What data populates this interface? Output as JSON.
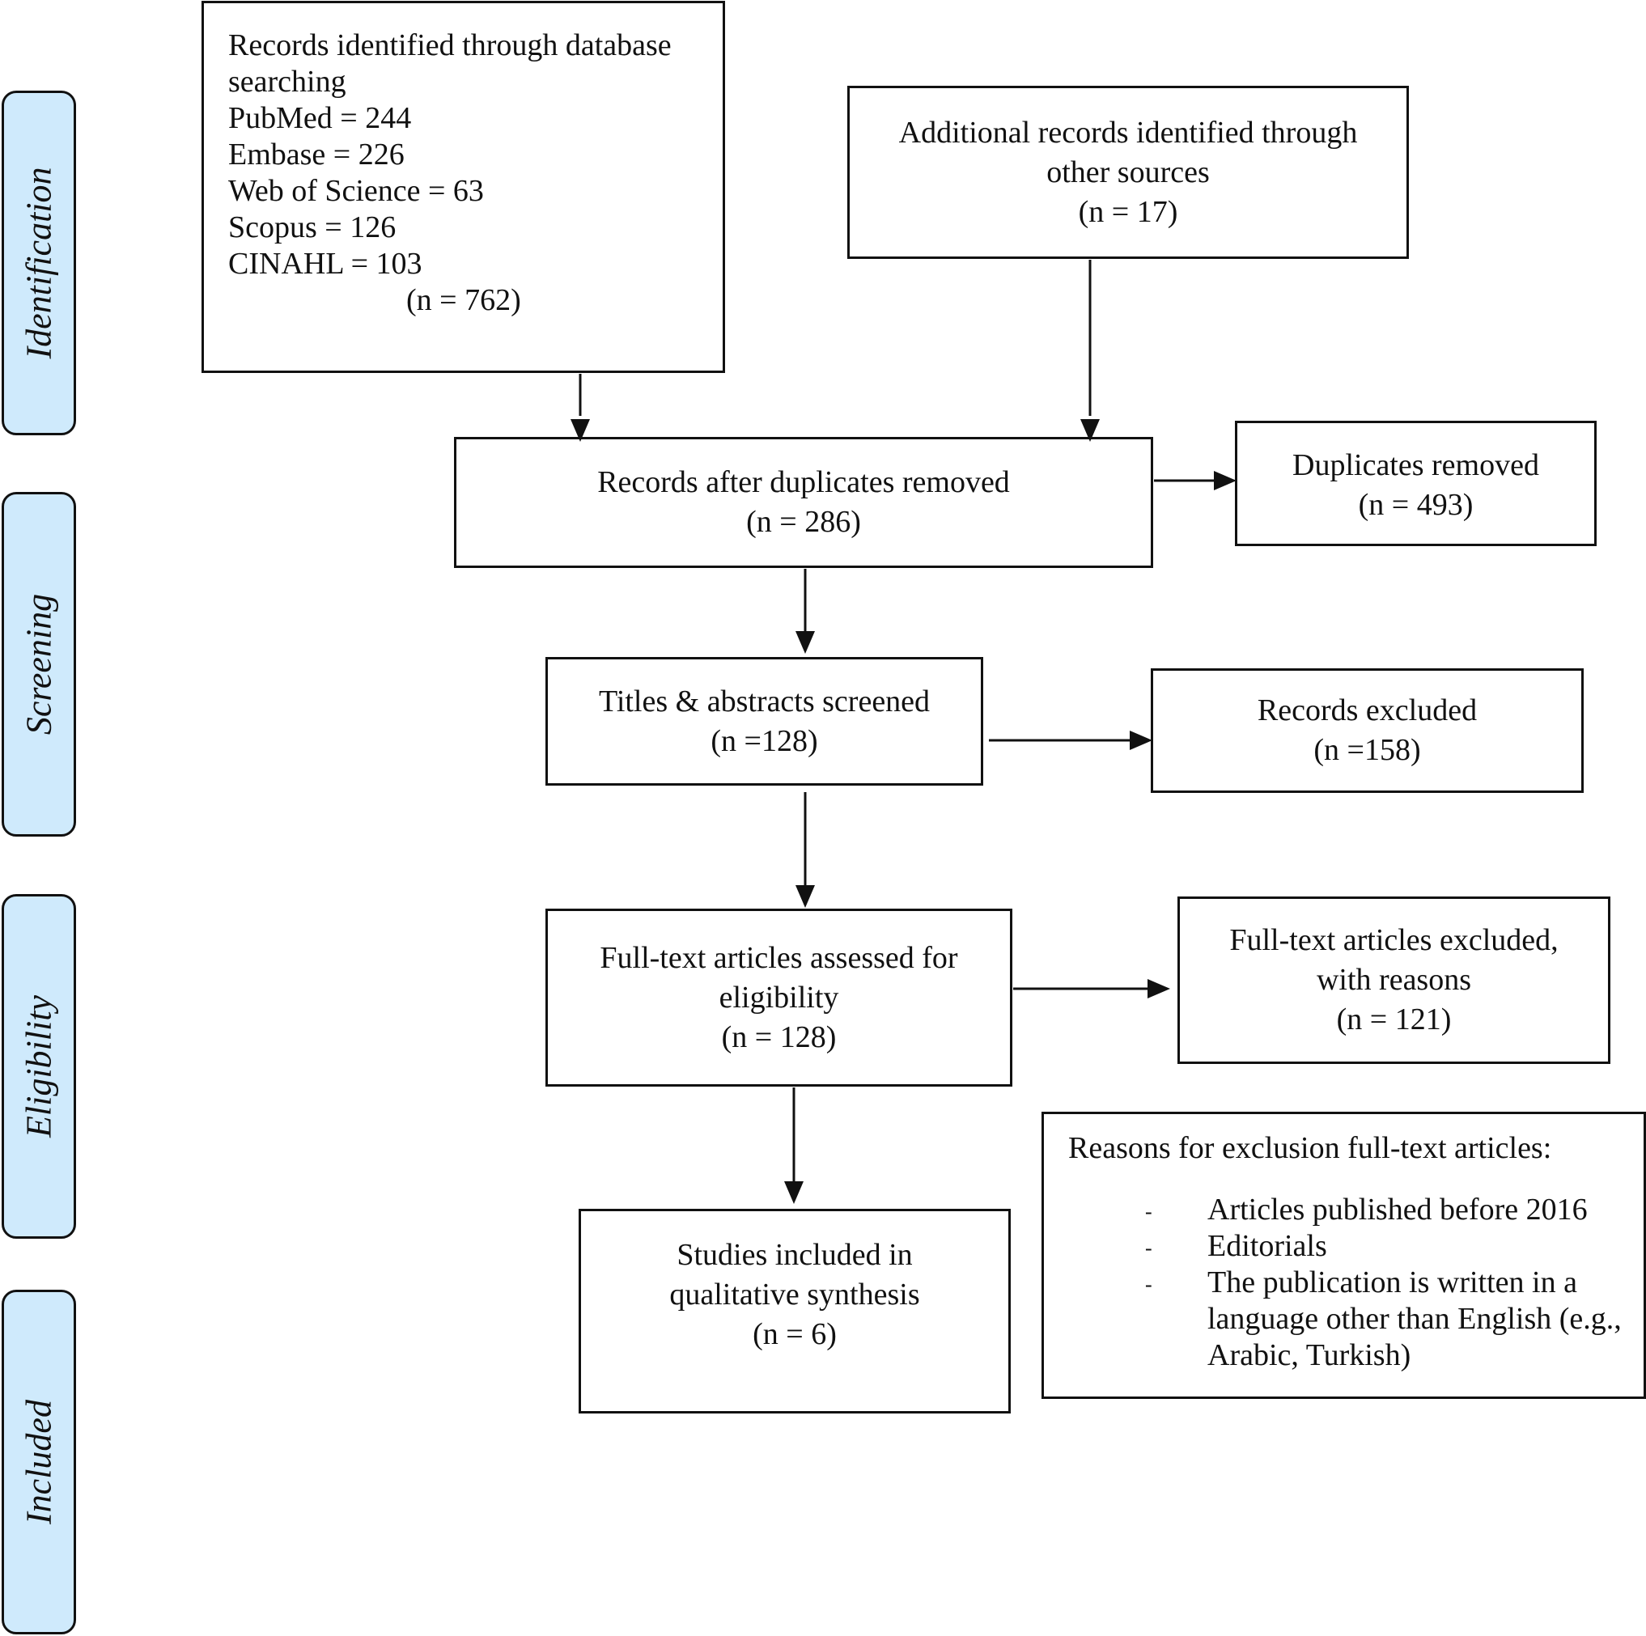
{
  "stages": [
    "Identification",
    "Screening",
    "Eligibility",
    "Included"
  ],
  "boxes": {
    "database": {
      "lines": [
        "Records identified through database",
        "searching",
        "PubMed = 244",
        "Embase = 226",
        "Web of Science = 63",
        "Scopus = 126",
        "CINAHL = 103"
      ],
      "total": "(n = 762)"
    },
    "other_sources": {
      "lines": [
        "Additional records identified through",
        "other sources",
        "(n = 17)"
      ]
    },
    "after_duplicates": {
      "lines": [
        "Records after duplicates removed",
        "(n = 286)"
      ]
    },
    "duplicates_removed": {
      "lines": [
        "Duplicates removed",
        "(n = 493)"
      ]
    },
    "screened": {
      "lines": [
        "Titles & abstracts screened",
        "(n =128)"
      ]
    },
    "excluded": {
      "lines": [
        "Records excluded",
        "(n =158)"
      ]
    },
    "fulltext": {
      "lines": [
        "Full-text articles assessed for",
        "eligibility",
        "(n = 128)"
      ]
    },
    "fulltext_excluded": {
      "lines": [
        "Full-text articles excluded,",
        "with reasons",
        "(n = 121)"
      ]
    },
    "included": {
      "lines": [
        "Studies included in",
        "qualitative synthesis",
        "(n = 6)"
      ]
    },
    "reasons": {
      "title": "Reasons for exclusion full-text articles:",
      "items": [
        {
          "dash": "-",
          "lines": [
            "Articles published before 2016"
          ]
        },
        {
          "dash": "-",
          "lines": [
            "Editorials"
          ]
        },
        {
          "dash": "-",
          "lines": [
            "The publication is written in a",
            "language other than English (e.g.,",
            "Arabic, Turkish)"
          ]
        }
      ]
    }
  }
}
